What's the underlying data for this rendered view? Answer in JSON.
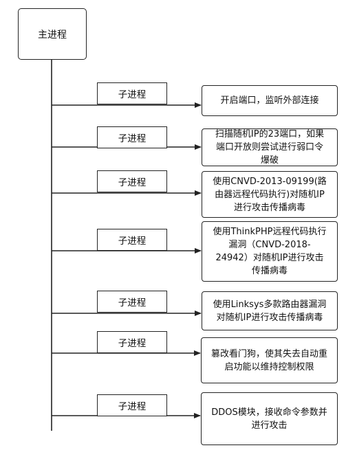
{
  "main_process": "主进程",
  "branches": [
    {
      "sub_label": "子进程",
      "task_lines": [
        "开启端口，监听外部连接"
      ]
    },
    {
      "sub_label": "子进程",
      "task_lines": [
        "扫描随机IP的23端口，如果",
        "端口开放则尝试进行弱口令",
        "爆破"
      ]
    },
    {
      "sub_label": "子进程",
      "task_lines": [
        "使用CNVD-2013-09199(路",
        "由器远程代码执行)对随机IP",
        "进行攻击传播病毒"
      ]
    },
    {
      "sub_label": "子进程",
      "task_lines": [
        "使用ThinkPHP远程代码执行",
        "漏洞（CNVD-2018-",
        "24942）对随机IP进行攻击",
        "传播病毒"
      ]
    },
    {
      "sub_label": "子进程",
      "task_lines": [
        "使用Linksys多款路由器漏洞",
        "对随机IP进行攻击传播病毒"
      ]
    },
    {
      "sub_label": "子进程",
      "task_lines": [
        "篡改看门狗，使其失去自动重",
        "启功能以维持控制权限"
      ]
    },
    {
      "sub_label": "子进程",
      "task_lines": [
        "DDOS模块，接收命令参数并",
        "进行攻击"
      ]
    }
  ]
}
